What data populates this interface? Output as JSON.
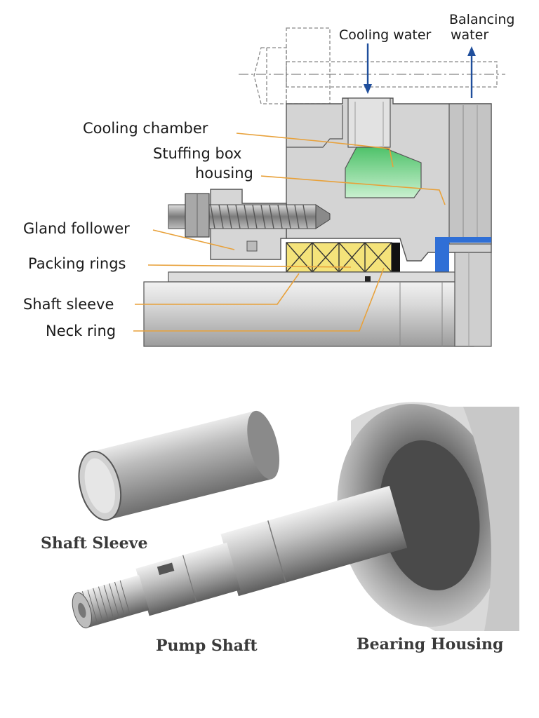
{
  "top_diagram": {
    "labels": {
      "cooling_water": "Cooling water",
      "balancing_water_line1": "Balancing",
      "balancing_water_line2": "water",
      "cooling_chamber": "Cooling chamber",
      "stuffing_box_line1": "Stuffing box",
      "stuffing_box_line2": "housing",
      "gland_follower": "Gland follower",
      "packing_rings": "Packing rings",
      "shaft_sleeve": "Shaft sleeve",
      "neck_ring": "Neck ring"
    },
    "colors": {
      "leader_lines": "#e8a13a",
      "flow_arrows": "#1f4e9c",
      "cooling_fluid": "#7fd98a",
      "packing": "#f4e37a",
      "water_gap": "#2f6fd6",
      "housing": "#d4d4d4"
    }
  },
  "bottom_diagram": {
    "labels": {
      "shaft_sleeve": "Shaft Sleeve",
      "pump_shaft": "Pump Shaft",
      "bearing_housing": "Bearing Housing"
    }
  }
}
